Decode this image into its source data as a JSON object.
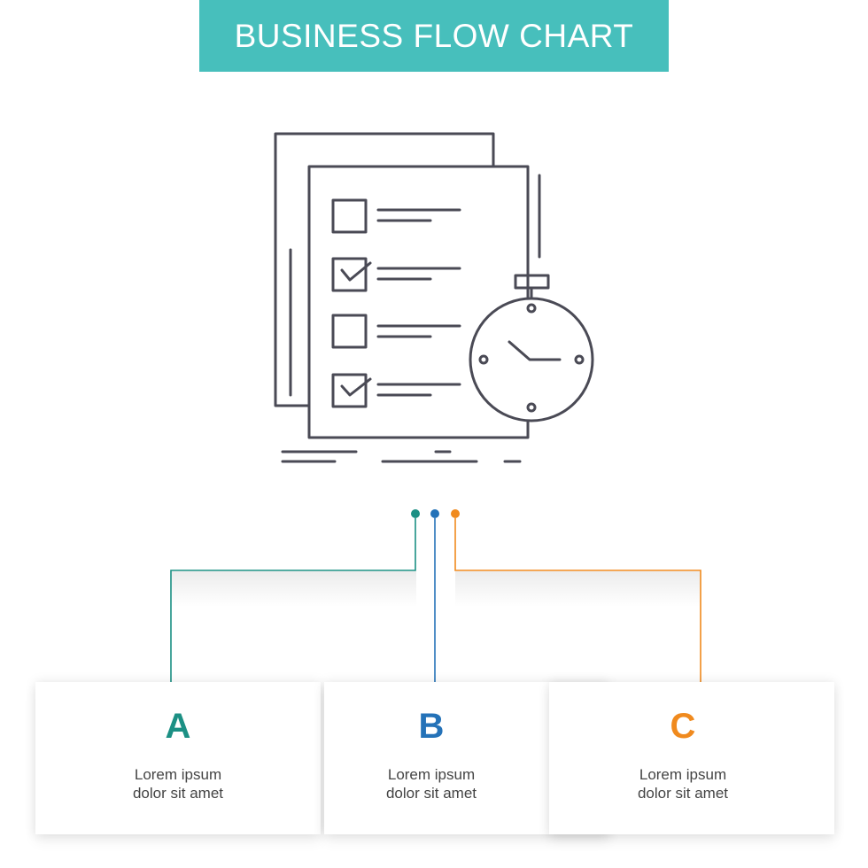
{
  "title": "BUSINESS FLOW CHART",
  "colors": {
    "banner": "#47bfbc",
    "icon_stroke": "#4a4a55",
    "step_a": "#1c9084",
    "step_b": "#2472b8",
    "step_c": "#f08a1e"
  },
  "icon": {
    "name": "checklist-stopwatch-icon"
  },
  "steps": [
    {
      "letter": "A",
      "line1": "Lorem ipsum",
      "line2": "dolor sit amet"
    },
    {
      "letter": "B",
      "line1": "Lorem ipsum",
      "line2": "dolor sit amet"
    },
    {
      "letter": "C",
      "line1": "Lorem ipsum",
      "line2": "dolor sit amet"
    }
  ]
}
